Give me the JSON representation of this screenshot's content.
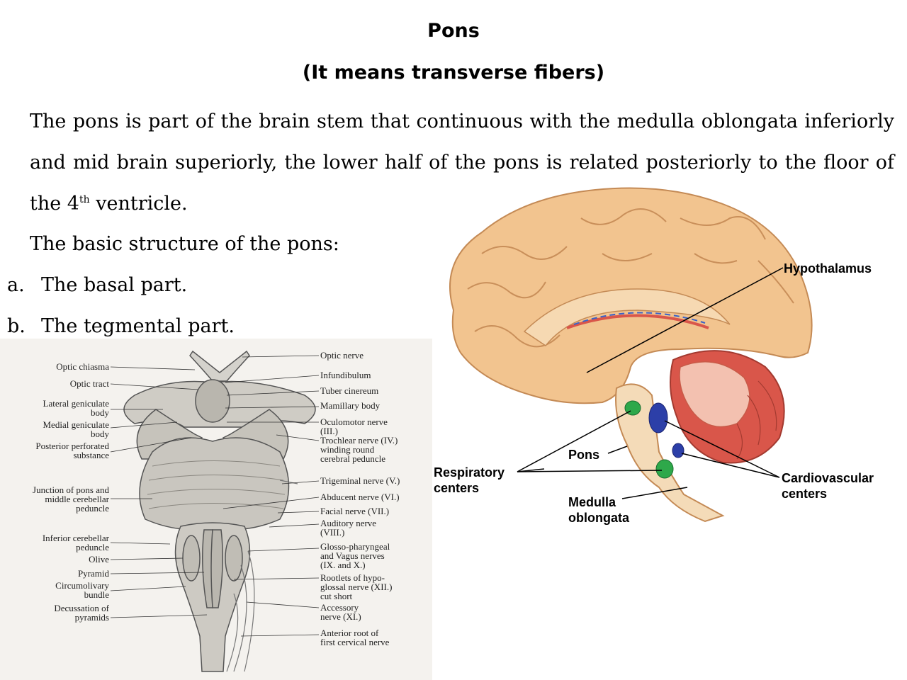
{
  "heading": {
    "title": "Pons",
    "subtitle": "(It means transverse fibers)"
  },
  "body": {
    "paragraph_before_sup": "The pons is part of the brain stem that continuous with the medulla oblongata inferiorly and mid brain superiorly, the lower half of the pons is related posteriorly to the floor of the 4",
    "paragraph_sup": "th",
    "paragraph_after_sup": " ventricle.",
    "intro": "The basic structure of the pons:",
    "list": [
      {
        "marker": "a.",
        "text": "The basal part."
      },
      {
        "marker": "b.",
        "text": "The tegmental part."
      }
    ]
  },
  "brainstem_figure": {
    "left_labels": [
      "Optic chiasma",
      "Optic tract",
      "Lateral geniculate",
      "body",
      "Medial geniculate",
      "body",
      "Posterior perforated",
      "substance",
      "Junction of pons and",
      "middle cerebellar",
      "peduncle",
      "Inferior cerebellar",
      "peduncle",
      "Olive",
      "Pyramid",
      "Circumolivary",
      "bundle",
      "Decussation of",
      "pyramids"
    ],
    "right_labels": [
      "Optic nerve",
      "Infundibulum",
      "Tuber cinereum",
      "Mamillary body",
      "Oculomotor nerve",
      "(III.)",
      "Trochlear nerve (IV.)",
      "winding round",
      "cerebral peduncle",
      "Trigeminal nerve (V.)",
      "Abducent nerve (VI.)",
      "Facial nerve (VII.)",
      "Auditory nerve",
      "(VIII.)",
      "Glosso-pharyngeal",
      "and Vagus nerves",
      "(IX. and X.)",
      "Rootlets of hypo-",
      "glossal nerve (XII.)",
      "cut short",
      "Accessory",
      "nerve (XI.)",
      "Anterior root of",
      "first cervical nerve"
    ]
  },
  "sagittal_figure": {
    "labels": {
      "hypothalamus": "Hypothalamus",
      "pons": "Pons",
      "respiratory_1": "Respiratory",
      "respiratory_2": "centers",
      "cardio_1": "Cardiovascular",
      "cardio_2": "centers",
      "medulla_1": "Medulla",
      "medulla_2": "oblongata"
    },
    "colors": {
      "brain": "#f2c48f",
      "cerebellum": "#d9564a",
      "respiratory": "#2ea84a",
      "cardiovascular": "#2c3fa8"
    }
  }
}
